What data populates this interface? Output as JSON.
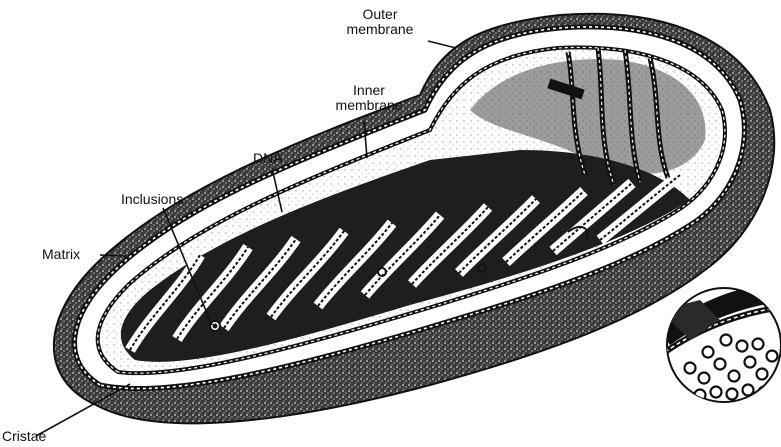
{
  "labels": {
    "outer_membrane": [
      "Outer",
      "membrane"
    ],
    "inner_membrane": [
      "Inner",
      "membrane"
    ],
    "dna": "DNA",
    "inclusions": "Inclusions",
    "matrix": "Matrix",
    "cristae": "Cristae"
  },
  "colors": {
    "ink": "#111111",
    "background": "#ffffff",
    "shadow": "#2a2a2a",
    "membrane_fill": "#ffffff"
  }
}
